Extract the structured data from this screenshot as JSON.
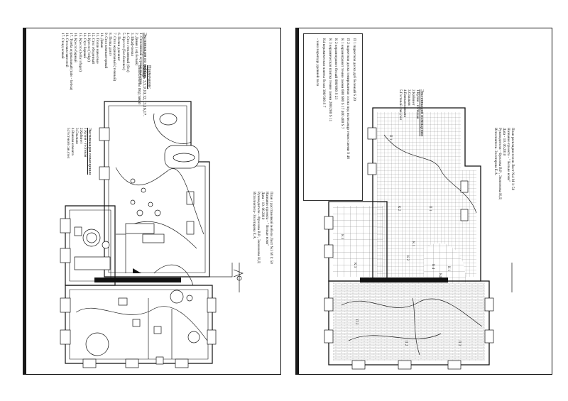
{
  "left_sheet": {
    "furniture_title": "Экспликация по мебели",
    "furniture_items": [
      "1. Стеклянный журнальный стол",
      "2. Диван ( оф.белый)",
      "3. Шкаф-пенал",
      "4. Стол стеклянный (бел)",
      "5. Кресло (бел.бежевое)",
      "6. Полки для книг",
      "7. Стол журнальный ( темный)",
      "8. Полка для tv",
      "9. Стол компьютерный",
      "10. Диван",
      "11. Полки навесные",
      "12. Стол обеденный",
      "13. Кресло ( beige)",
      "14. Стул барный",
      "15. Кресло (bella lofuger)",
      "16. Кресло барный",
      "17. Тумба журнальный (tube - bebea)",
      "18. Стеллаж навесной",
      "17. Стенд новый"
    ],
    "note_title": "Примечание:",
    "note_lines": [
      "Мебель 3,5,9,10,12,13,16,17.",
      "Выполнены под заказ"
    ],
    "rooms_title": "Экспликация помещения",
    "rooms": [
      "1.Кухня - гостиная",
      "2.Кабинет",
      "3.Спальня",
      "4.Ванная комната",
      "5.Гостевой сан.узел"
    ],
    "stamp": [
      "План с расстановкой мебели  Лист №3 М 1: 50",
      "Название проекта - \" Кельке ночи\"",
      "Дата - 10. 06.2010",
      "Руководители - Фролова В.Р , Экономова Н.Д",
      "Исполнитель- Золотарева Е.А."
    ]
  },
  "right_sheet": {
    "rooms_title": "Экспликация помещения",
    "rooms": [
      "1.Кухня - гостиная",
      "2.Кабинет",
      "3.Спальня",
      "4.Ванная комната",
      "5.Гостевой сан.узел"
    ],
    "stamp": [
      "План раскладки полов   Лист №4 М 1: 50",
      "Название проекта - \" Кельке ночи\"",
      "Дата - 10. 06.2010",
      "Руководители - Фролова В.Р , Экономова Н.Д",
      "Исполнитель- Золотарева Е.А."
    ],
    "legend": [
      "П 1  паркетная доска  дуб беленый  S 20",
      "П 2  паркетная доска тонированная сосна под полисандр  темно сиени  S 46",
      "К 1  керамогранит темно сиени 600 600  S 17     400 400 S 7",
      "К 2  керамогранит белый  600/600   S 23",
      "К 3  керамическая плитка  темно сиени  200/200   S 11",
      "К4  керамическая плитка  белая  300/300  S 7",
      "   - зона перепада уровней пола"
    ],
    "zone_labels": [
      "П 1",
      "П 1",
      "П 2",
      "П 2",
      "П 2",
      "К 1",
      "К 1",
      "К 2",
      "К 2",
      "К 3",
      "К 3",
      "К 4",
      "К4"
    ]
  }
}
